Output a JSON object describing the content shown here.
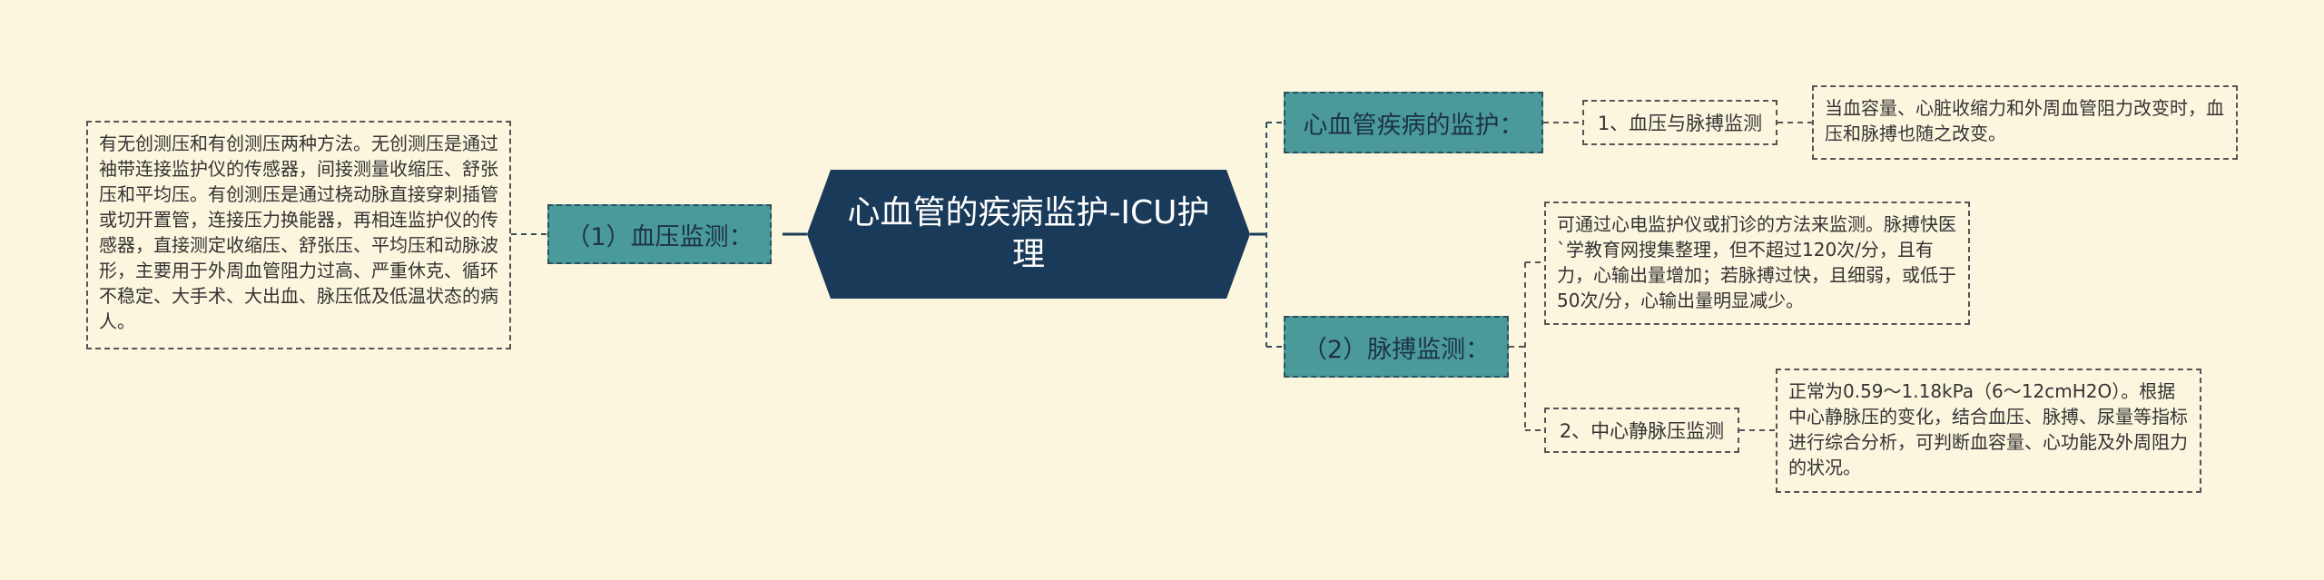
{
  "center": {
    "title": "心血管的疾病监护-ICU护理"
  },
  "left": {
    "branch": "（1）血压监测：",
    "detail": "有无创测压和有创测压两种方法。无创测压是通过袖带连接监护仪的传感器，间接测量收缩压、舒张压和平均压。有创测压是通过桡动脉直接穿刺插管或切开置管，连接压力换能器，再相连监护仪的传感器，直接测定收缩压、舒张压、平均压和动脉波形，主要用于外周血管阻力过高、严重休克、循环不稳定、大手术、大出血、脉压低及低温状态的病人。"
  },
  "right_top": {
    "branch": "心血管疾病的监护：",
    "sub": "1、血压与脉搏监测",
    "detail": "当血容量、心脏收缩力和外周血管阻力改变时，血压和脉搏也随之改变。"
  },
  "right_bottom": {
    "branch": "（2）脉搏监测：",
    "detail_top": "可通过心电监护仪或扪诊的方法来监测。脉搏快医`学教育网搜集整理，但不超过120次/分，且有力，心输出量增加；若脉搏过快，且细弱，或低于50次/分，心输出量明显减少。",
    "sub": "2、中心静脉压监测",
    "detail_bottom": "正常为0.59～1.18kPa（6～12cmH2O）。根据中心静脉压的变化，结合血压、脉搏、尿量等指标进行综合分析，可判断血容量、心功能及外周阻力的状况。"
  },
  "colors": {
    "background": "#fcf6df",
    "center_fill": "#1a3a5a",
    "branch_fill": "#4a9a9c",
    "line": "#1a3a5a"
  }
}
